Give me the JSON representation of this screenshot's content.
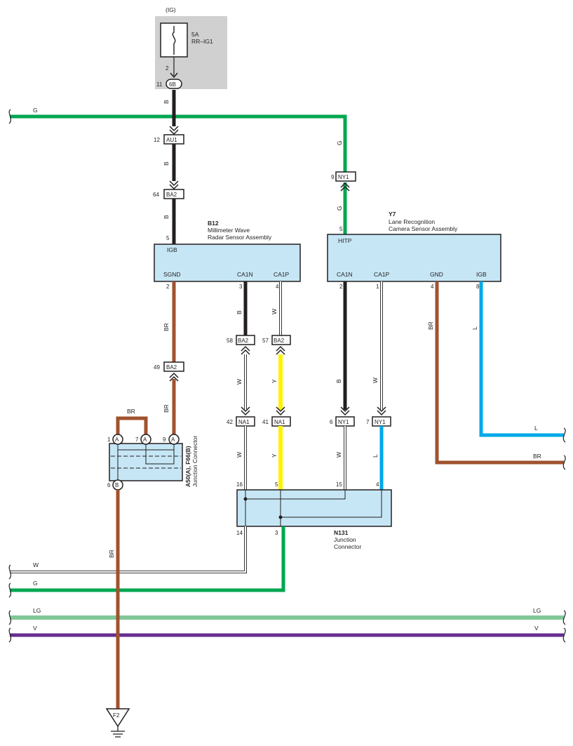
{
  "fuse": {
    "source": "(IG)",
    "rating": "5A",
    "name": "RR–IG1",
    "pin": "2"
  },
  "wire_colors": {
    "B": "#231f20",
    "G": "#00a650",
    "BR": "#a0522d",
    "Y": "#fff200",
    "L": "#00a8e8",
    "LG": "#80c898",
    "V": "#662d91",
    "W": "#ffffff"
  },
  "left_connectors": [
    {
      "pin": "11",
      "name": "6B"
    },
    {
      "pin": "12",
      "name": "AU1"
    },
    {
      "pin": "64",
      "name": "BA2"
    },
    {
      "pin": "49",
      "name": "BA2"
    }
  ],
  "wire_labels": {
    "b": "B",
    "g": "G",
    "br": "BR",
    "w": "W",
    "y": "Y",
    "l": "L",
    "lg": "LG",
    "v": "V"
  },
  "b12": {
    "id": "B12",
    "name1": "Millimeter Wave",
    "name2": "Radar Sensor Assembly",
    "terminals": {
      "igb": "IGB",
      "sgnd": "SGND",
      "ca1n": "CA1N",
      "ca1p": "CA1P"
    },
    "pins": {
      "igb": "5",
      "sgnd": "2",
      "ca1n": "3",
      "ca1p": "4"
    }
  },
  "y7": {
    "id": "Y7",
    "name1": "Lane Recognition",
    "name2": "Camera Sensor Assembly",
    "terminals": {
      "hitp": "HITP",
      "ca1n": "CA1N",
      "ca1p": "CA1P",
      "gnd": "GND",
      "igb": "IGB"
    },
    "pins": {
      "hitp": "5",
      "ca1n": "2",
      "ca1p": "1",
      "gnd": "4",
      "igb": "8"
    }
  },
  "ny1_top": {
    "pin": "9",
    "name": "NY1"
  },
  "mid_connectors": {
    "ba2_a": {
      "pin": "58",
      "name": "BA2"
    },
    "ba2_b": {
      "pin": "57",
      "name": "BA2"
    },
    "na1_a": {
      "pin": "42",
      "name": "NA1"
    },
    "na1_b": {
      "pin": "41",
      "name": "NA1"
    },
    "ny1_a": {
      "pin": "6",
      "name": "NY1"
    },
    "ny1_b": {
      "pin": "7",
      "name": "NY1"
    }
  },
  "junction_a50": {
    "title": "A50(A), F66(B)",
    "subtitle": "Junction Connector",
    "pins": {
      "p1": "1",
      "p7": "7",
      "p9": "9",
      "p6": "6"
    },
    "letters": {
      "a": "A",
      "b": "B"
    }
  },
  "n131": {
    "id": "N131",
    "name1": "Junction",
    "name2": "Connector",
    "pins": {
      "p16": "16",
      "p5": "5",
      "p15": "15",
      "p4": "4",
      "p14": "14",
      "p3": "3"
    }
  },
  "ground": {
    "name": "F2"
  }
}
